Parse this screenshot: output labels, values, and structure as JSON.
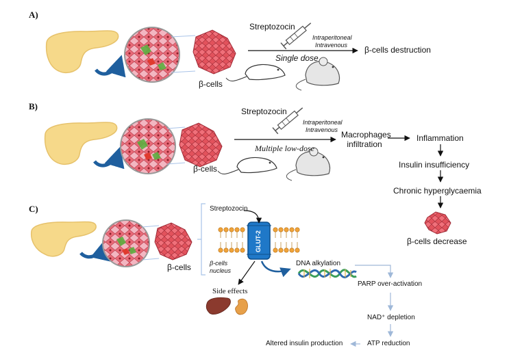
{
  "panels": {
    "a": {
      "label": "A)",
      "drug": "Streptozocin",
      "routes": [
        "Intraperitoneal",
        "Intravenous"
      ],
      "dose": "Single dose",
      "cells": "β-cells",
      "outcome": "β-cells destruction"
    },
    "b": {
      "label": "B)",
      "drug": "Streptozocin",
      "routes": [
        "Intraperitoneal",
        "Intravenous"
      ],
      "dose": "Multiple low-dose",
      "cells": "β-cells",
      "step1": "Macrophages infiltration",
      "chain": [
        "Inflammation",
        "Insulin insufficiency",
        "Chronic hyperglycaemia",
        "β-cells decrease"
      ]
    },
    "c": {
      "label": "C)",
      "cells": "β-cells",
      "drug": "Streptozocin",
      "transporter": "GLUT-2",
      "nucleus": "β-cells nucleus",
      "side_effects": "Side effects",
      "pathway": [
        "DNA alkylation",
        "PARP over-activation",
        "NAD⁺ depletion",
        "ATP reduction",
        "Altered insulin production"
      ]
    }
  },
  "colors": {
    "pancreas": "#f6d98a",
    "pancreas_edge": "#e6c16a",
    "islet": "#f4b9c2",
    "beta_cell": "#e2525c",
    "curve_arrow": "#1f5f9e",
    "glut2": "#1f78c8",
    "membrane": "#f0a33a",
    "pathway_arrow": "#9fb8d8"
  },
  "icons": [
    "pancreas-icon",
    "islet-icon",
    "beta-cell-cluster-icon",
    "syringe-icon",
    "rat-icon",
    "mouse-icon",
    "liver-icon",
    "kidney-icon",
    "dna-icon",
    "membrane-icon"
  ]
}
